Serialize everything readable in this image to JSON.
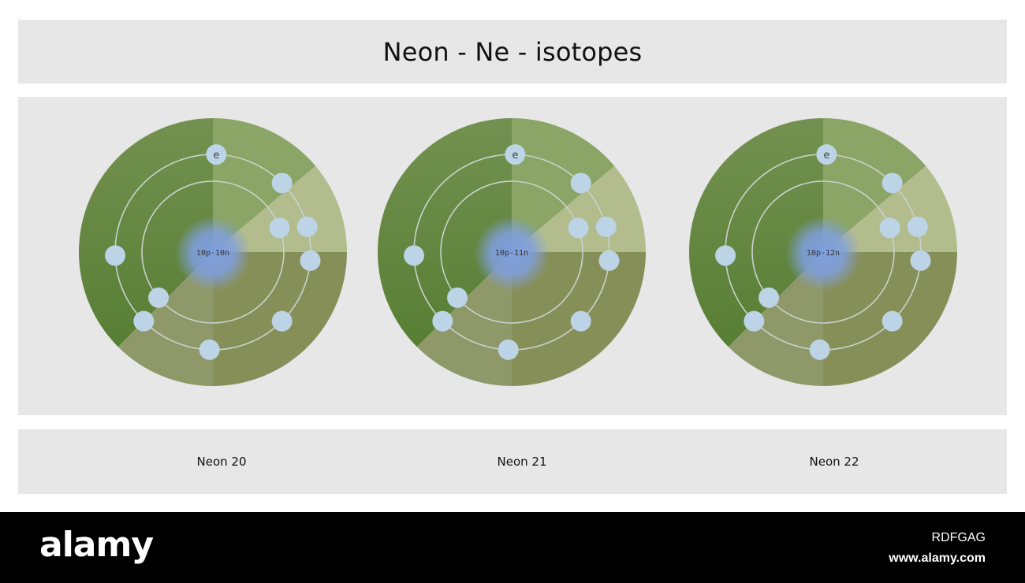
{
  "title": "Neon - Ne - isotopes",
  "atoms": [
    {
      "name": "Neon 20",
      "nucleus": "10p-10n",
      "electron_label": "e",
      "shells": [
        2,
        8
      ]
    },
    {
      "name": "Neon 21",
      "nucleus": "10p-11n",
      "electron_label": "e",
      "shells": [
        2,
        8
      ]
    },
    {
      "name": "Neon 22",
      "nucleus": "10p-12n",
      "electron_label": "e",
      "shells": [
        2,
        8
      ]
    }
  ],
  "colors": {
    "panel": "#e7e7e7",
    "disc_dark": "#5b7f3a",
    "disc_mid": "#7f9a58",
    "disc_light": "#b2bc8d",
    "electron": "#bcd4e6",
    "nucleus": "#7f9fe0",
    "shell": "#c9d3cc"
  },
  "footer": {
    "brand": "alamy",
    "image_id": "RDFGAG",
    "url": "www.alamy.com"
  }
}
